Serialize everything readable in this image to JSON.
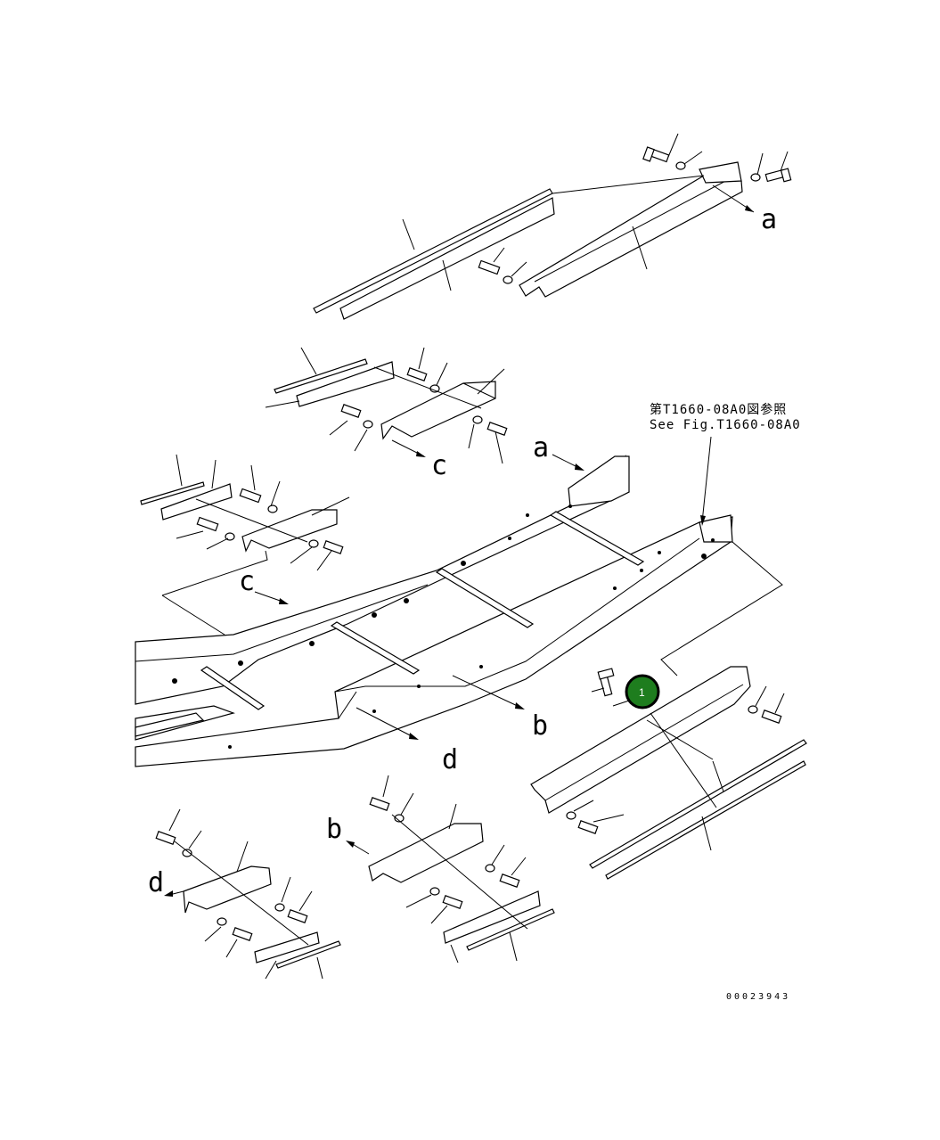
{
  "reference_note": {
    "line1": "第T1660-08A0図参照",
    "line2": "See Fig.T1660-08A0"
  },
  "view_labels": {
    "a_upper": "a",
    "a_frame": "a",
    "b_frame": "b",
    "b_lower": "b",
    "c_upper": "c",
    "c_frame": "c",
    "d_frame": "d",
    "d_lower": "d"
  },
  "callout": {
    "label": "1",
    "color": "#1e7d1e"
  },
  "drawing_number": "00023943"
}
